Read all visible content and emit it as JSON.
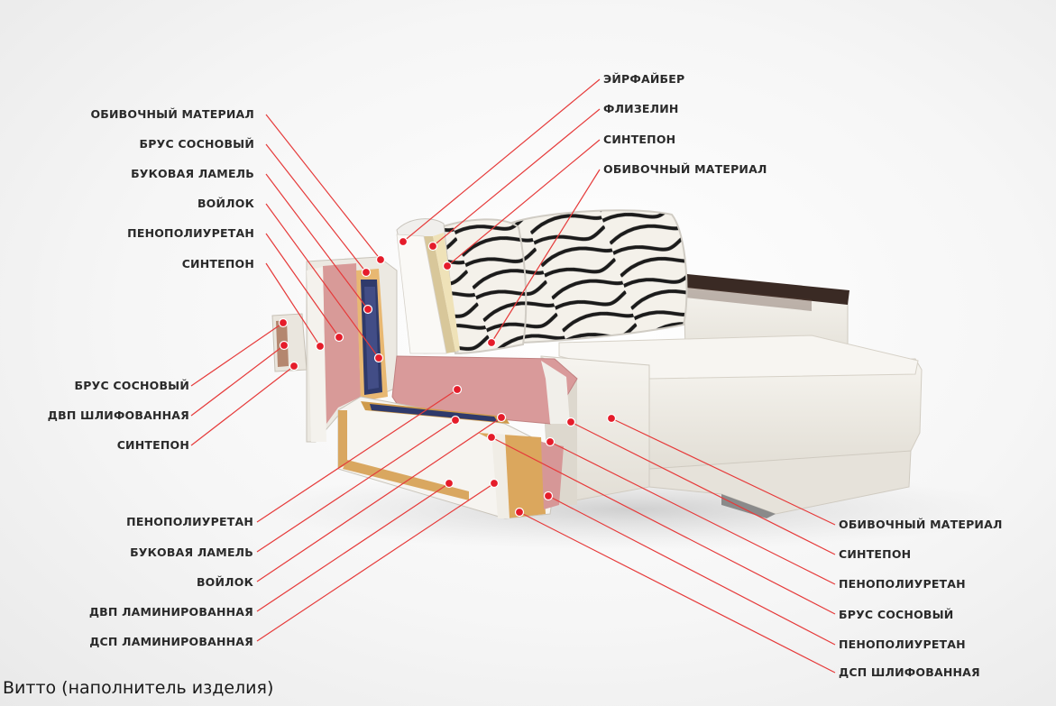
{
  "caption": "Витто (наполнитель изделия)",
  "colors": {
    "leader": "#e63a3a",
    "marker": "#e51c2a",
    "text": "#2a2a2a"
  },
  "labels": {
    "l1": "ОБИВОЧНЫЙ МАТЕРИАЛ",
    "l2": "БРУС СОСНОВЫЙ",
    "l3": "БУКОВАЯ ЛАМЕЛЬ",
    "l4": "ВОЙЛОК",
    "l5": "ПЕНОПОЛИУРЕТАН",
    "l6": "СИНТЕПОН",
    "l7": "БРУС СОСНОВЫЙ",
    "l8": "ДВП ШЛИФОВАННАЯ",
    "l9": "СИНТЕПОН",
    "l10": "ПЕНОПОЛИУРЕТАН",
    "l11": "БУКОВАЯ ЛАМЕЛЬ",
    "l12": "ВОЙЛОК",
    "l13": "ДВП ЛАМИНИРОВАННАЯ",
    "l14": "ДСП ЛАМИНИРОВАННАЯ",
    "r1": "ЭЙРФАЙБЕР",
    "r2": "ФЛИЗЕЛИН",
    "r3": "СИНТЕПОН",
    "r4": "ОБИВОЧНЫЙ МАТЕРИАЛ",
    "r5": "ОБИВОЧНЫЙ МАТЕРИАЛ",
    "r6": "СИНТЕПОН",
    "r7": "ПЕНОПОЛИУРЕТАН",
    "r8": "БРУС СОСНОВЫЙ",
    "r9": "ПЕНОПОЛИУРЕТАН",
    "r10": "ДСП ШЛИФОВАННАЯ"
  }
}
